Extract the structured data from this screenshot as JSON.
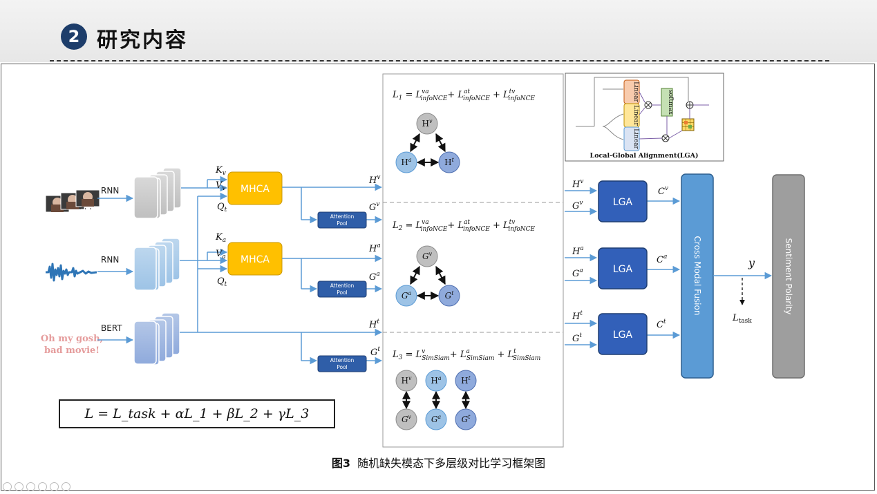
{
  "header": {
    "number": "2",
    "title": "研究内容"
  },
  "inputs": {
    "video_encoder": "RNN",
    "audio_encoder": "RNN",
    "text_encoder": "BERT",
    "text_sample_line1": "Oh my gosh,",
    "text_sample_line2": "bad movie!",
    "video_ellipsis": ". . ."
  },
  "attention": {
    "mhca_video": "MHCA",
    "mhca_audio": "MHCA",
    "pool_label_1": "Attention",
    "pool_label_2": "Pool"
  },
  "symbols": {
    "K": "K",
    "V": "V",
    "Q": "Q",
    "H": "H",
    "G": "G",
    "C": "C",
    "v": "v",
    "a": "a",
    "t": "t",
    "y": "y",
    "L_task": "L",
    "task_sub": "task"
  },
  "loss_panel": {
    "L1": {
      "lhs": "L",
      "sub": "1",
      "t1_sup": "va",
      "t2_sup": "at",
      "t3_sup": "tv",
      "name": "infoNCE"
    },
    "L2": {
      "lhs": "L",
      "sub": "2",
      "t1_sup": "va",
      "t2_sup": "at",
      "t3_sup": "tv",
      "name": "infoNCE"
    },
    "L3": {
      "lhs": "L",
      "sub": "3",
      "t1_sup": "v",
      "t2_sup": "a",
      "t3_sup": "t",
      "name1": "SimSiam",
      "name2": "SimSiam",
      "name3": "SimSiam"
    }
  },
  "lga": {
    "label": "LGA",
    "inset_title": "Local-Global Alignment(LGA)",
    "inset_linear": "Linear",
    "inset_softmax": "softmax"
  },
  "fusion": {
    "label": "Cross Modal Fusion"
  },
  "output": {
    "label": "Sentiment Polarity"
  },
  "total_loss": "L = L_task + αL_1 + βL_2 + γL_3",
  "caption": {
    "prefix": "图3",
    "text": "随机缺失模态下多层级对比学习框架图"
  },
  "colors": {
    "mhca": "#ffc000",
    "pool": "#2f5ea8",
    "lga": "#3260b9",
    "fusion": "#5b9bd5",
    "output": "#9e9e9e",
    "arrow": "#5b9bd5",
    "node_v": "#bfbfbf",
    "node_a": "#9dc3e6",
    "node_t": "#8faadc",
    "text_sample": "#e59c9c"
  }
}
